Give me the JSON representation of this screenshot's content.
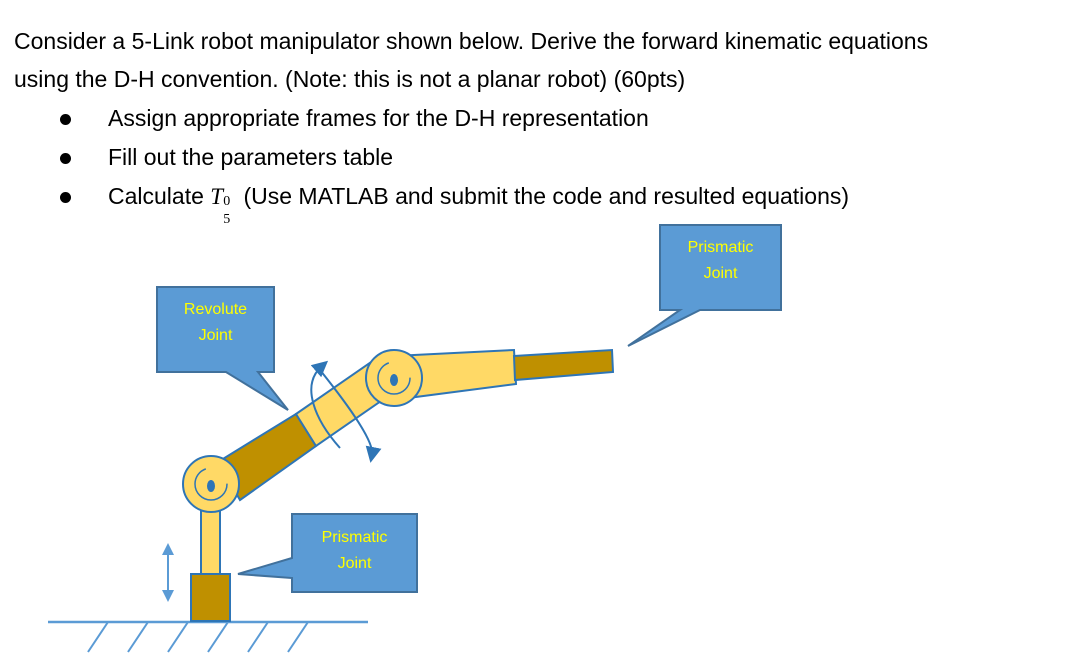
{
  "question": {
    "line1": "Consider a 5-Link robot manipulator shown below. Derive the forward kinematic equations",
    "line2": "using the D-H convention. (Note: this is not a planar robot) (60pts)"
  },
  "bullets": [
    {
      "text": "Assign appropriate frames for the D-H representation"
    },
    {
      "text": "Fill out the parameters table"
    },
    {
      "text_before": "Calculate ",
      "math_base": "T",
      "math_sup": "0",
      "math_sub": "5",
      "text_after": " (Use MATLAB and submit the code and resulted equations)"
    }
  ],
  "callouts": {
    "revolute": {
      "line1": "Revolute",
      "line2": "Joint"
    },
    "prismatic_top": {
      "line1": "Prismatic",
      "line2": "Joint"
    },
    "prismatic_bottom": {
      "line1": "Prismatic",
      "line2": "Joint"
    }
  },
  "colors": {
    "callout_fill": "#5b9bd5",
    "callout_stroke": "#41719c",
    "callout_text": "#ffff00",
    "link_light": "#ffd966",
    "link_dark": "#bf9000",
    "ground": "#5b9bd5",
    "arrow": "#2e75b6"
  }
}
